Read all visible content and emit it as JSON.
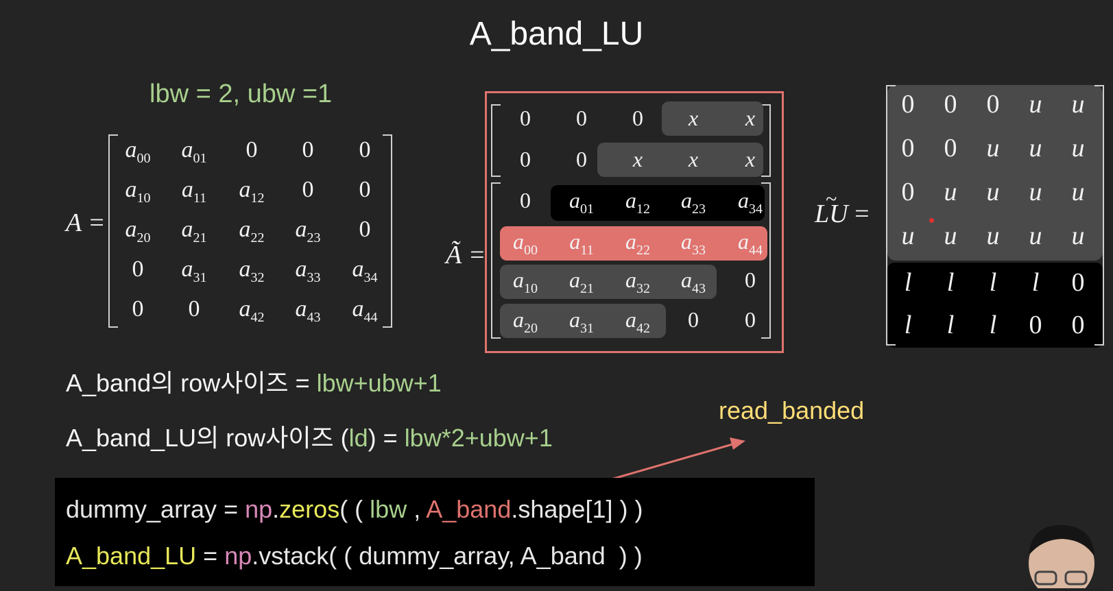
{
  "title": "A_band_LU",
  "params": "lbw = 2, ubw =1",
  "matrix_A": {
    "label": "A =",
    "rows": [
      [
        {
          "b": "a",
          "s": "00"
        },
        {
          "b": "a",
          "s": "01"
        },
        {
          "b": "0",
          "s": ""
        },
        {
          "b": "0",
          "s": ""
        },
        {
          "b": "0",
          "s": ""
        }
      ],
      [
        {
          "b": "a",
          "s": "10"
        },
        {
          "b": "a",
          "s": "11"
        },
        {
          "b": "a",
          "s": "12"
        },
        {
          "b": "0",
          "s": ""
        },
        {
          "b": "0",
          "s": ""
        }
      ],
      [
        {
          "b": "a",
          "s": "20"
        },
        {
          "b": "a",
          "s": "21"
        },
        {
          "b": "a",
          "s": "22"
        },
        {
          "b": "a",
          "s": "23"
        },
        {
          "b": "0",
          "s": ""
        }
      ],
      [
        {
          "b": "0",
          "s": ""
        },
        {
          "b": "a",
          "s": "31"
        },
        {
          "b": "a",
          "s": "32"
        },
        {
          "b": "a",
          "s": "33"
        },
        {
          "b": "a",
          "s": "34"
        }
      ],
      [
        {
          "b": "0",
          "s": ""
        },
        {
          "b": "0",
          "s": ""
        },
        {
          "b": "a",
          "s": "42"
        },
        {
          "b": "a",
          "s": "43"
        },
        {
          "b": "a",
          "s": "44"
        }
      ]
    ]
  },
  "matrix_A_tilde": {
    "label": "Ã =",
    "rows": [
      [
        {
          "b": "0",
          "s": ""
        },
        {
          "b": "0",
          "s": ""
        },
        {
          "b": "0",
          "s": ""
        },
        {
          "b": "x",
          "s": ""
        },
        {
          "b": "x",
          "s": ""
        }
      ],
      [
        {
          "b": "0",
          "s": ""
        },
        {
          "b": "0",
          "s": ""
        },
        {
          "b": "x",
          "s": ""
        },
        {
          "b": "x",
          "s": ""
        },
        {
          "b": "x",
          "s": ""
        }
      ],
      [
        {
          "b": "0",
          "s": ""
        },
        {
          "b": "a",
          "s": "01"
        },
        {
          "b": "a",
          "s": "12"
        },
        {
          "b": "a",
          "s": "23"
        },
        {
          "b": "a",
          "s": "34"
        }
      ],
      [
        {
          "b": "a",
          "s": "00"
        },
        {
          "b": "a",
          "s": "11"
        },
        {
          "b": "a",
          "s": "22"
        },
        {
          "b": "a",
          "s": "33"
        },
        {
          "b": "a",
          "s": "44"
        }
      ],
      [
        {
          "b": "a",
          "s": "10"
        },
        {
          "b": "a",
          "s": "21"
        },
        {
          "b": "a",
          "s": "32"
        },
        {
          "b": "a",
          "s": "43"
        },
        {
          "b": "0",
          "s": ""
        }
      ],
      [
        {
          "b": "a",
          "s": "20"
        },
        {
          "b": "a",
          "s": "31"
        },
        {
          "b": "a",
          "s": "42"
        },
        {
          "b": "0",
          "s": ""
        },
        {
          "b": "0",
          "s": ""
        }
      ]
    ]
  },
  "matrix_LU": {
    "label": "LU",
    "equals": "=",
    "rows": [
      [
        "0",
        "0",
        "0",
        "u",
        "u"
      ],
      [
        "0",
        "0",
        "u",
        "u",
        "u"
      ],
      [
        "0",
        "u",
        "u",
        "u",
        "u"
      ],
      [
        "u",
        "u",
        "u",
        "u",
        "u"
      ],
      [
        "l",
        "l",
        "l",
        "l",
        "0"
      ],
      [
        "l",
        "l",
        "l",
        "0",
        "0"
      ]
    ]
  },
  "formula1": {
    "pre": "A_band의 row사이즈 = ",
    "val": "lbw+ubw+1"
  },
  "formula2": {
    "pre": "A_band_LU의 row사이즈 (",
    "ld": "ld",
    "mid": ") = ",
    "val": "lbw*2+ubw+1"
  },
  "annotation": "read_banded",
  "code": {
    "line1": [
      {
        "t": "dummy_array = ",
        "c": "#e8e8e8"
      },
      {
        "t": "np",
        "c": "#d989b8"
      },
      {
        "t": ".",
        "c": "#e8e8e8"
      },
      {
        "t": "zeros",
        "c": "#e8e85a"
      },
      {
        "t": "( ( ",
        "c": "#e8e8e8"
      },
      {
        "t": "lbw",
        "c": "#a8d08d"
      },
      {
        "t": " , ",
        "c": "#e8e8e8"
      },
      {
        "t": "A_band",
        "c": "#e0736e"
      },
      {
        "t": ".shape[1] ) )",
        "c": "#e8e8e8"
      }
    ],
    "line2": [
      {
        "t": "A_band_LU",
        "c": "#e8e85a"
      },
      {
        "t": " = ",
        "c": "#e8e8e8"
      },
      {
        "t": "np",
        "c": "#d989b8"
      },
      {
        "t": ".vstack( ( dummy_array, A_band  ) )",
        "c": "#e8e8e8"
      }
    ]
  },
  "colors": {
    "highlight_red": "#e0736e",
    "frame_red": "#e0736e",
    "green": "#a8d08d",
    "yellow": "#e8e85a",
    "pink": "#d989b8"
  }
}
